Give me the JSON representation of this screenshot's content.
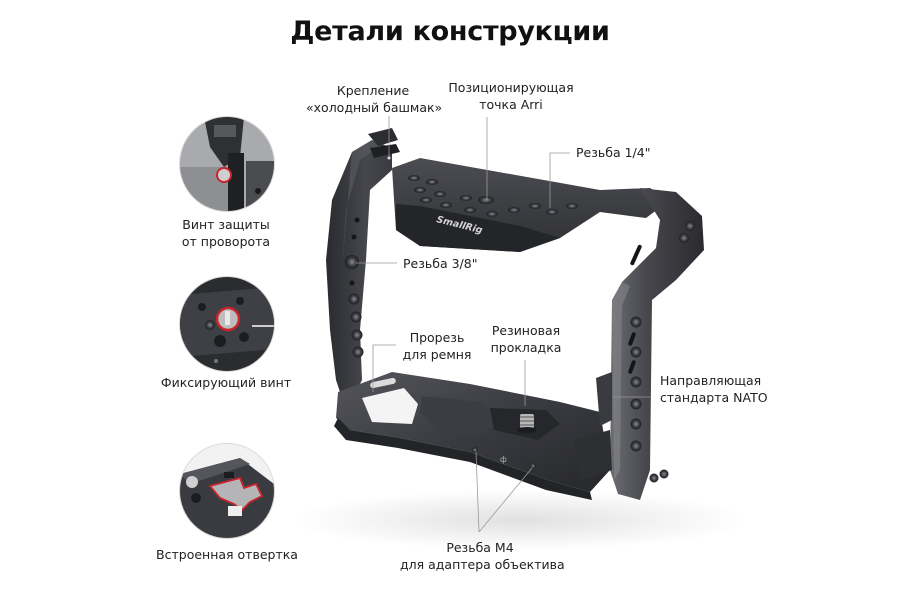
{
  "title": "Детали конструкции",
  "brand_logo": "SmallRig",
  "insets": [
    {
      "name": "anti-twist-screw",
      "caption_lines": [
        "Винт защиты",
        "от проворота"
      ],
      "highlight_color": "#c8242c"
    },
    {
      "name": "locking-screw",
      "caption_lines": [
        "Фиксирующий винт"
      ],
      "highlight_color": "#c8242c"
    },
    {
      "name": "built-in-screwdriver",
      "caption_lines": [
        "Встроенная отвертка"
      ],
      "highlight_color": "#c8242c"
    }
  ],
  "callouts": {
    "cold_shoe": [
      "Крепление",
      "«холодный башмак»"
    ],
    "arri": [
      "Позиционирующая",
      "точка Arri"
    ],
    "thread_1_4": [
      "Резьба 1/4\""
    ],
    "thread_3_8": [
      "Резьба 3/8\""
    ],
    "strap_slot": [
      "Прорезь",
      "для ремня"
    ],
    "rubber_pad": [
      "Резиновая",
      "прокладка"
    ],
    "nato_rail": [
      "Направляющая",
      "стандарта NATO"
    ],
    "m4_thread": [
      "Резьба М4",
      "для адаптера объектива"
    ]
  },
  "colors": {
    "background": "#ffffff",
    "metal_dark": "#2e2f33",
    "metal_mid": "#4a4b50",
    "metal_light": "#6a6b70",
    "leader_line": "#9a9a9a",
    "accent_red": "#c8242c"
  }
}
